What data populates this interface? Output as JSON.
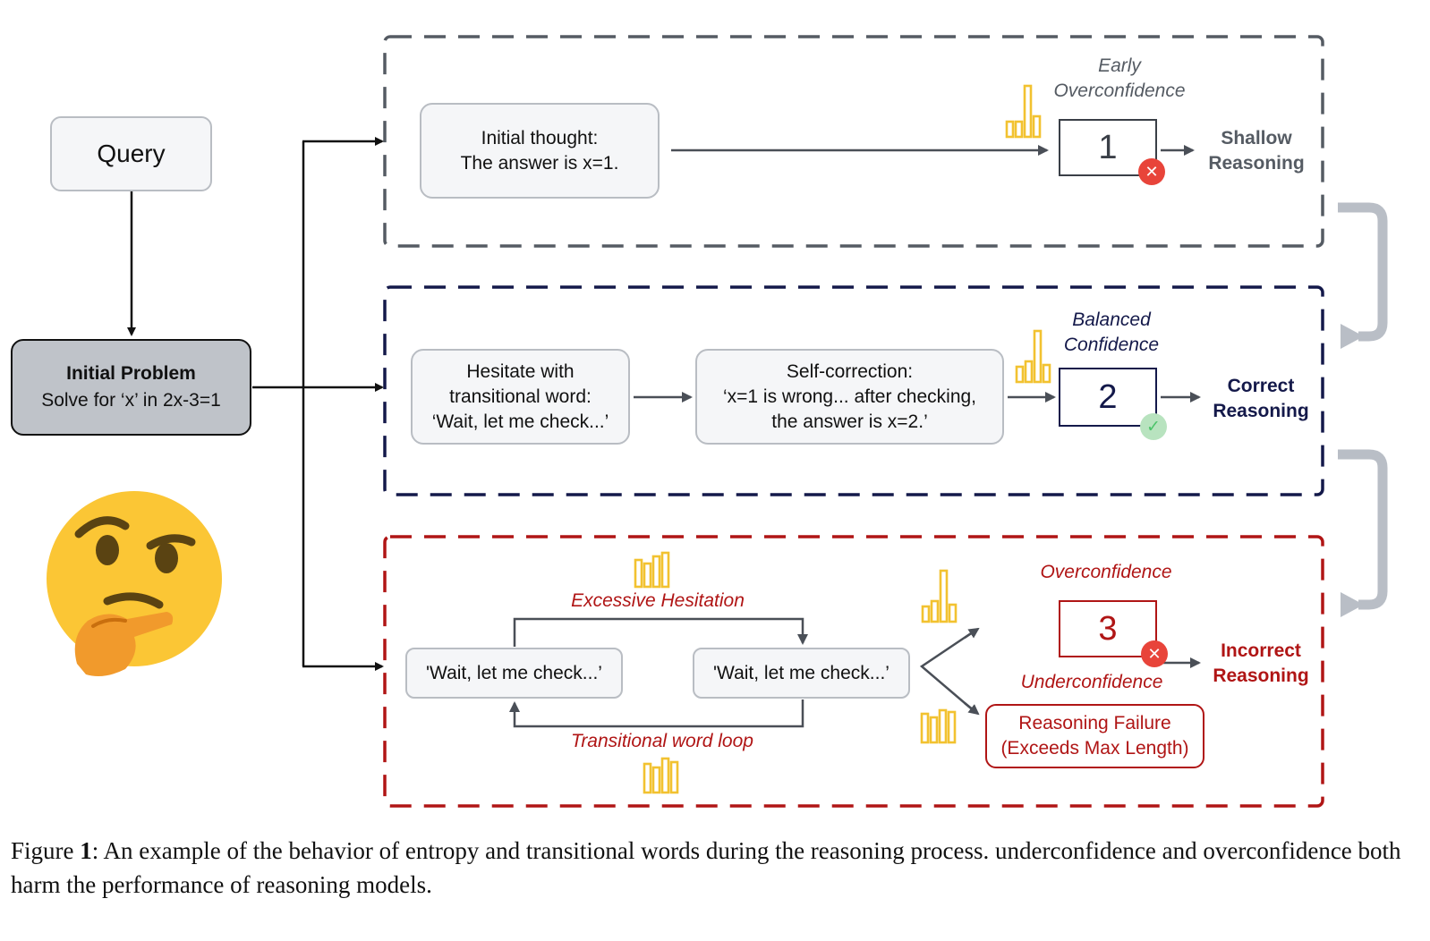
{
  "query_label": "Query",
  "initial_problem": {
    "title": "Initial Problem",
    "text": "Solve for ‘x’ in 2x-3=1"
  },
  "panel_top": {
    "initial_thought_line1": "Initial thought:",
    "initial_thought_line2": "The answer is x=1.",
    "confidence_line1": "Early",
    "confidence_line2": "Overconfidence",
    "answer": "1",
    "outcome_line1": "Shallow",
    "outcome_line2": "Reasoning",
    "border_color": "#555b63"
  },
  "panel_mid": {
    "hesitate_line1": "Hesitate with",
    "hesitate_line2": "transitional word:",
    "hesitate_line3": "‘Wait, let me check...’",
    "selfcorr_line1": "Self-correction:",
    "selfcorr_line2": "‘x=1 is wrong... after checking,",
    "selfcorr_line3": "the answer is x=2.’",
    "confidence_line1": "Balanced",
    "confidence_line2": "Confidence",
    "answer": "2",
    "outcome_line1": "Correct",
    "outcome_line2": "Reasoning",
    "border_color": "#14194a"
  },
  "panel_bot": {
    "loop_box_left": "'Wait, let me check...’",
    "loop_box_right": "'Wait, let me check...’",
    "excessive_hesitation": "Excessive Hesitation",
    "transitional_loop": "Transitional word loop",
    "overconfidence": "Overconfidence",
    "underconfidence": "Underconfidence",
    "answer": "3",
    "failure_line1": "Reasoning Failure",
    "failure_line2": "(Exceeds Max Length)",
    "outcome_line1": "Incorrect",
    "outcome_line2": "Reasoning",
    "border_color": "#b01515"
  },
  "caption": {
    "prefix": "Figure ",
    "number": "1",
    "text": ": An example of the behavior of entropy and transitional words during the reasoning process. underconfidence and overconfidence both harm the performance of reasoning models."
  },
  "colors": {
    "entropy_icon": "#f2c230",
    "wrong": "#e8443a",
    "right": "#4cc46a",
    "flow_arrow": "#b9bec6",
    "emoji": "#fbc635"
  },
  "icons": [
    "thinking-face-emoji",
    "entropy-bar-icon",
    "wrong-mark-icon",
    "check-mark-icon"
  ]
}
